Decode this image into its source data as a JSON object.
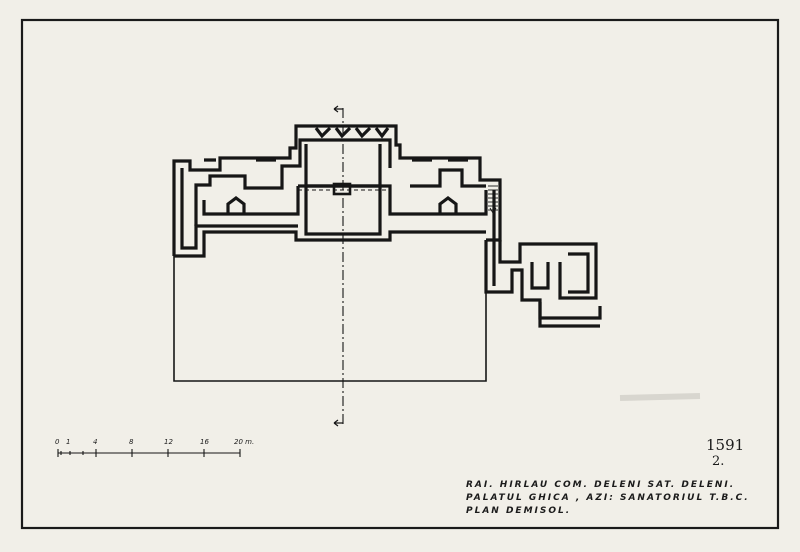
{
  "drawing": {
    "inventory_number": "1591",
    "sheet_number": "2.",
    "caption": [
      "RAI. HIRLAU COM. DELENI SAT. DELENI.",
      "PALATUL GHICA , AZI: SANATORIUL T.B.C.",
      "PLAN DEMISOL."
    ]
  },
  "scale_bar": {
    "ticks": [
      "0",
      "1",
      "4",
      "8",
      "12",
      "16",
      "20 m."
    ]
  },
  "colors": {
    "paper": "#f1efe8",
    "ink": "#161616",
    "frame": "#1a1a1a"
  }
}
